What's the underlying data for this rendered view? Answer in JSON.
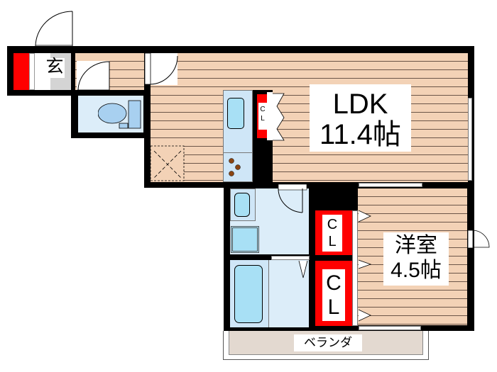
{
  "floorplan": {
    "rooms": {
      "ldk": {
        "name": "LDK",
        "size": "11.4帖"
      },
      "western": {
        "name": "洋室",
        "size": "4.5帖"
      },
      "entrance": {
        "name": "玄"
      },
      "balcony": {
        "name": "ベランダ"
      },
      "closet_kitchen": {
        "line1": "C",
        "line2": "L"
      },
      "closet_upper": {
        "line1": "C",
        "line2": "L"
      },
      "closet_lower": {
        "line1": "C",
        "line2": "L"
      }
    },
    "colors": {
      "floor": "#f3d2b6",
      "floor_lines": "#6b5548",
      "wet_area": "#cfe6f7",
      "fixture": "#a8e0f5",
      "storage": "#ff0000",
      "wall": "#000000",
      "entrance_floor": "#d4d4d4",
      "balcony": "#e3d9d0"
    }
  }
}
